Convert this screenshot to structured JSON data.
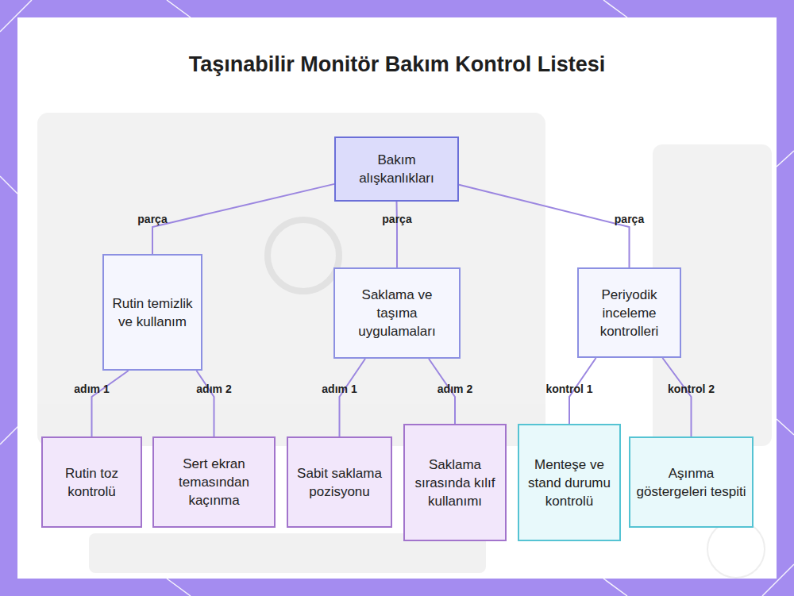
{
  "diagram": {
    "title": "Taşınabilir Monitör Bakım Kontrol Listesi",
    "nodes": [
      {
        "text": [
          "Bakım alışkanlıkları"
        ]
      },
      {
        "text": [
          "Rutin temizlik ve kullanım"
        ]
      },
      {
        "text": [
          "Saklama ve taşıma uygulamaları"
        ]
      },
      {
        "text": [
          "Periyodik inceleme kontrolleri"
        ]
      },
      {
        "text": [
          "Rutin toz kontrolü"
        ]
      },
      {
        "text": [
          "Sert ekran temasından kaçınma"
        ]
      },
      {
        "text": [
          "Sabit saklama pozisyonu"
        ]
      },
      {
        "text": [
          "Saklama sırasında kılıf kullanımı"
        ]
      },
      {
        "text": [
          "Menteşe ve stand durumu kontrolü"
        ]
      },
      {
        "text": [
          "Aşınma göstergeleri tespiti"
        ]
      }
    ],
    "edges": [
      {
        "from": 0,
        "to": 1,
        "label": "parça",
        "arrow": "none"
      },
      {
        "from": 0,
        "to": 2,
        "label": "parça",
        "arrow": "none"
      },
      {
        "from": 0,
        "to": 3,
        "label": "parça",
        "arrow": "none"
      },
      {
        "from": 1,
        "to": 4,
        "label": "adım 1",
        "arrow": "none"
      },
      {
        "from": 1,
        "to": 5,
        "label": "adım 2",
        "arrow": "none"
      },
      {
        "from": 2,
        "to": 6,
        "label": "adım 1",
        "arrow": "none"
      },
      {
        "from": 2,
        "to": 7,
        "label": "adım 2",
        "arrow": "none"
      },
      {
        "from": 3,
        "to": 8,
        "label": "kontrol 1",
        "arrow": "none"
      },
      {
        "from": 3,
        "to": 9,
        "label": "kontrol 2",
        "arrow": "none"
      }
    ]
  }
}
